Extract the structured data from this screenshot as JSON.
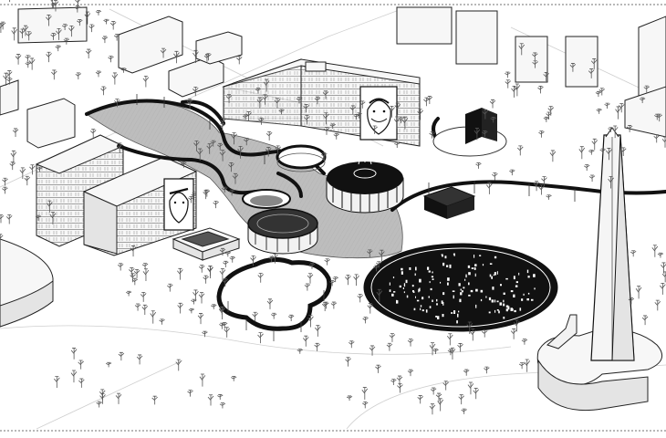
{
  "scene": {
    "type": "isometric axonometric site drawing",
    "palette": {
      "ink": "#111111",
      "paper": "#ffffff",
      "ground_grey": "#bdbdbd",
      "building_light": "#f7f7f7",
      "building_shade": "#e4e4e4"
    },
    "elements": [
      "frame-top-dashed",
      "frame-bottom-dashed",
      "slab-building-north",
      "slab-building-west",
      "portrait-facade-north",
      "portrait-facade-west",
      "grey-plaza",
      "raised-walkway-loop",
      "rotunda-large",
      "rotunda-medium",
      "sunken-ring-small",
      "dark-circular-pool",
      "planted-island",
      "obelisk-tower",
      "monument-base",
      "black-pavilion",
      "box-pavilion",
      "low-block-west",
      "trees"
    ]
  }
}
